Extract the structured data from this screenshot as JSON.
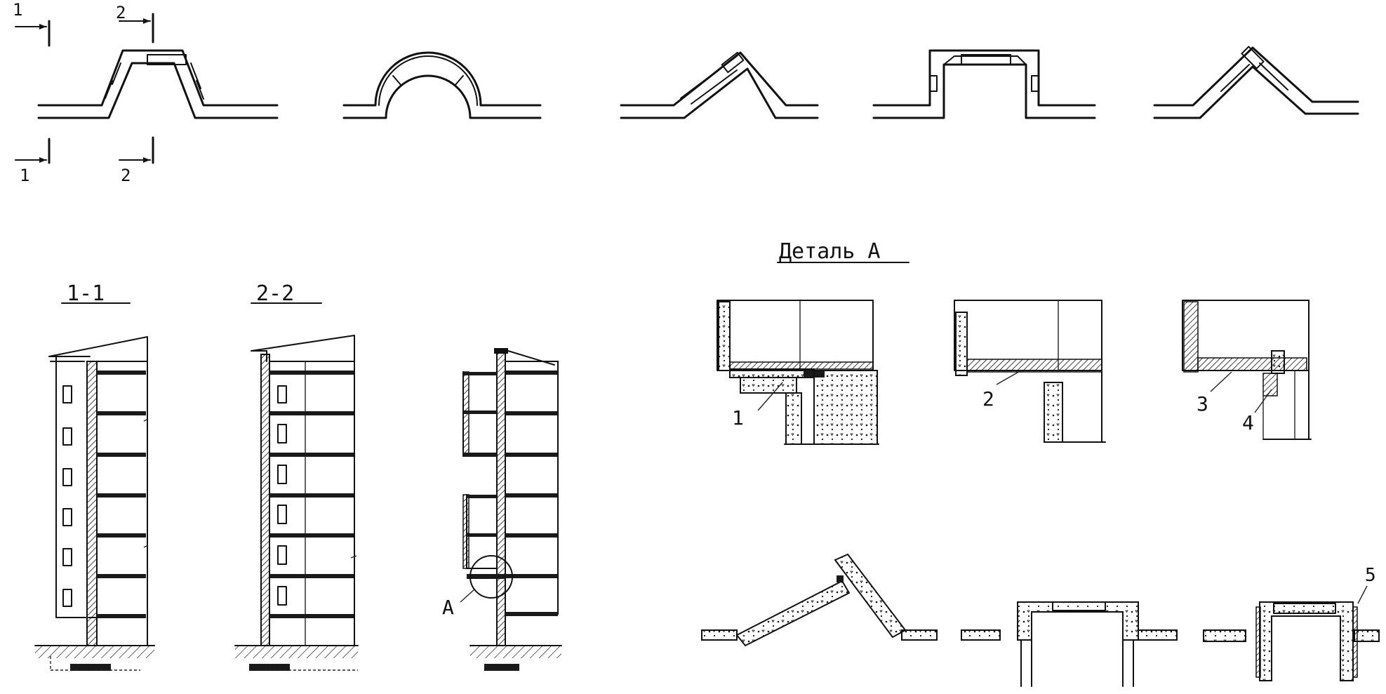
{
  "labels": {
    "cut_1": "1",
    "cut_2": "2",
    "section_1": "1-1",
    "section_2": "2-2",
    "detail_title": "Деталь А",
    "detail_ref": "А",
    "pos_1": "1",
    "pos_2": "2",
    "pos_3": "3",
    "pos_4": "4",
    "pos_5": "5"
  }
}
